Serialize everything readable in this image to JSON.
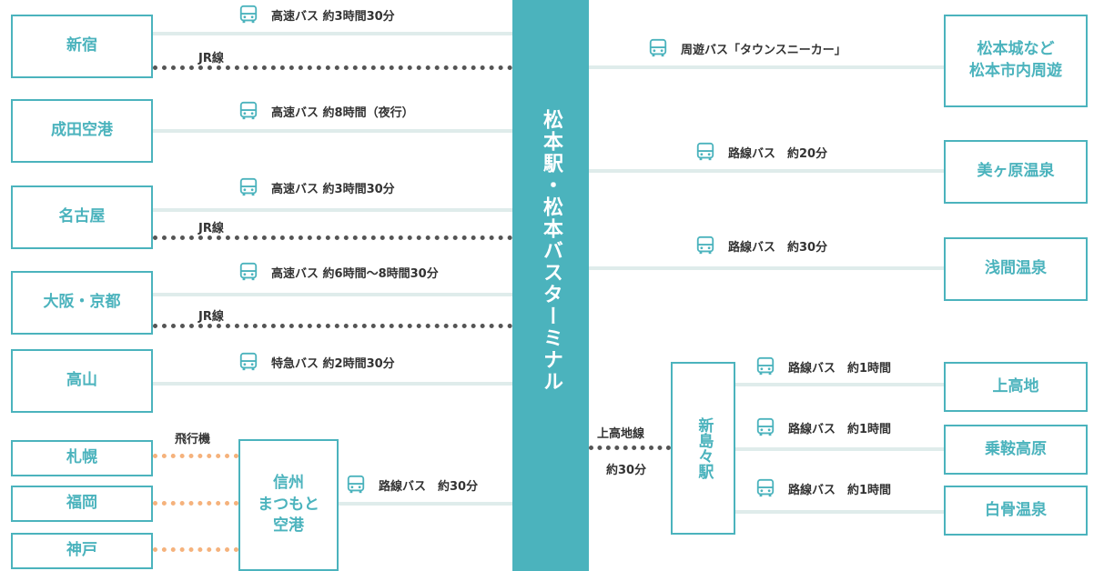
{
  "colors": {
    "teal": "#4bb3bd",
    "line": "#dfeceb",
    "jr": "#555555",
    "plane": "#f5b27c"
  },
  "hub": {
    "label": "松本駅・松本バスターミナル"
  },
  "origins": [
    {
      "label": "新宿"
    },
    {
      "label": "成田空港"
    },
    {
      "label": "名古屋"
    },
    {
      "label": "大阪・京都"
    },
    {
      "label": "高山"
    },
    {
      "label": "札幌"
    },
    {
      "label": "福岡"
    },
    {
      "label": "神戸"
    }
  ],
  "left_routes": [
    {
      "icon": "bus-icon",
      "label": "高速バス 約3時間30分"
    },
    {
      "label": "JR線"
    },
    {
      "icon": "bus-icon",
      "label": "高速バス 約8時間（夜行）"
    },
    {
      "icon": "bus-icon",
      "label": "高速バス 約3時間30分"
    },
    {
      "label": "JR線"
    },
    {
      "icon": "bus-icon",
      "label": "高速バス 約6時間〜8時間30分"
    },
    {
      "label": "JR線"
    },
    {
      "icon": "bus-icon",
      "label": "特急バス 約2時間30分"
    }
  ],
  "airport": {
    "label": "信州\nまつもと\n空港",
    "flight_label": "飛行機",
    "bus_label": "路線バス　約30分"
  },
  "right_destinations": [
    {
      "label": "松本城など\n松本市内周遊",
      "route": "周遊バス「タウンスニーカー」"
    },
    {
      "label": "美ヶ原温泉",
      "route": "路線バス　約20分"
    },
    {
      "label": "浅間温泉",
      "route": "路線バス　約30分"
    }
  ],
  "shinshimashima": {
    "station_label": "新島々駅",
    "link_label_1": "上高地線",
    "link_label_2": "約30分",
    "destinations": [
      {
        "label": "上高地",
        "route": "路線バス　約1時間"
      },
      {
        "label": "乗鞍高原",
        "route": "路線バス　約1時間"
      },
      {
        "label": "白骨温泉",
        "route": "路線バス　約1時間"
      }
    ]
  }
}
